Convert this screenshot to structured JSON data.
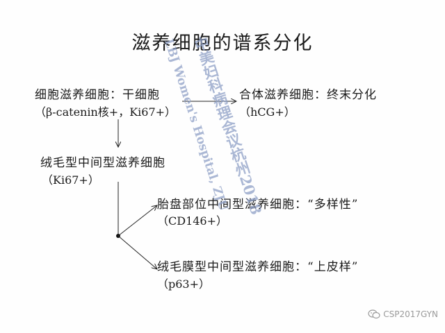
{
  "title": "滋养细胞的谱系分化",
  "nodes": {
    "stem": {
      "label": "细胞滋养细胞：干细胞",
      "markers": "（β-catenin核+，Ki67+）"
    },
    "syncytio": {
      "label": "合体滋养细胞：终末分化",
      "markers": "（hCG+）"
    },
    "villous_intermediate": {
      "label": "绒毛型中间型滋养细胞",
      "markers": "（Ki67+）"
    },
    "implantation_site": {
      "label": "胎盘部位中间型滋养细胞：“多样性”",
      "markers": "（CD146+）"
    },
    "chorionic": {
      "label": "绒毛膜型中间型滋养细胞：“上皮样”",
      "markers": "（p63+）"
    }
  },
  "watermark": {
    "line1": "中美妇科病理会议杭州2018",
    "line2": "LBJ Women's Hospital, ZJU"
  },
  "credit": {
    "icon": "wechat-icon",
    "text": "CSP2017GYN"
  }
}
